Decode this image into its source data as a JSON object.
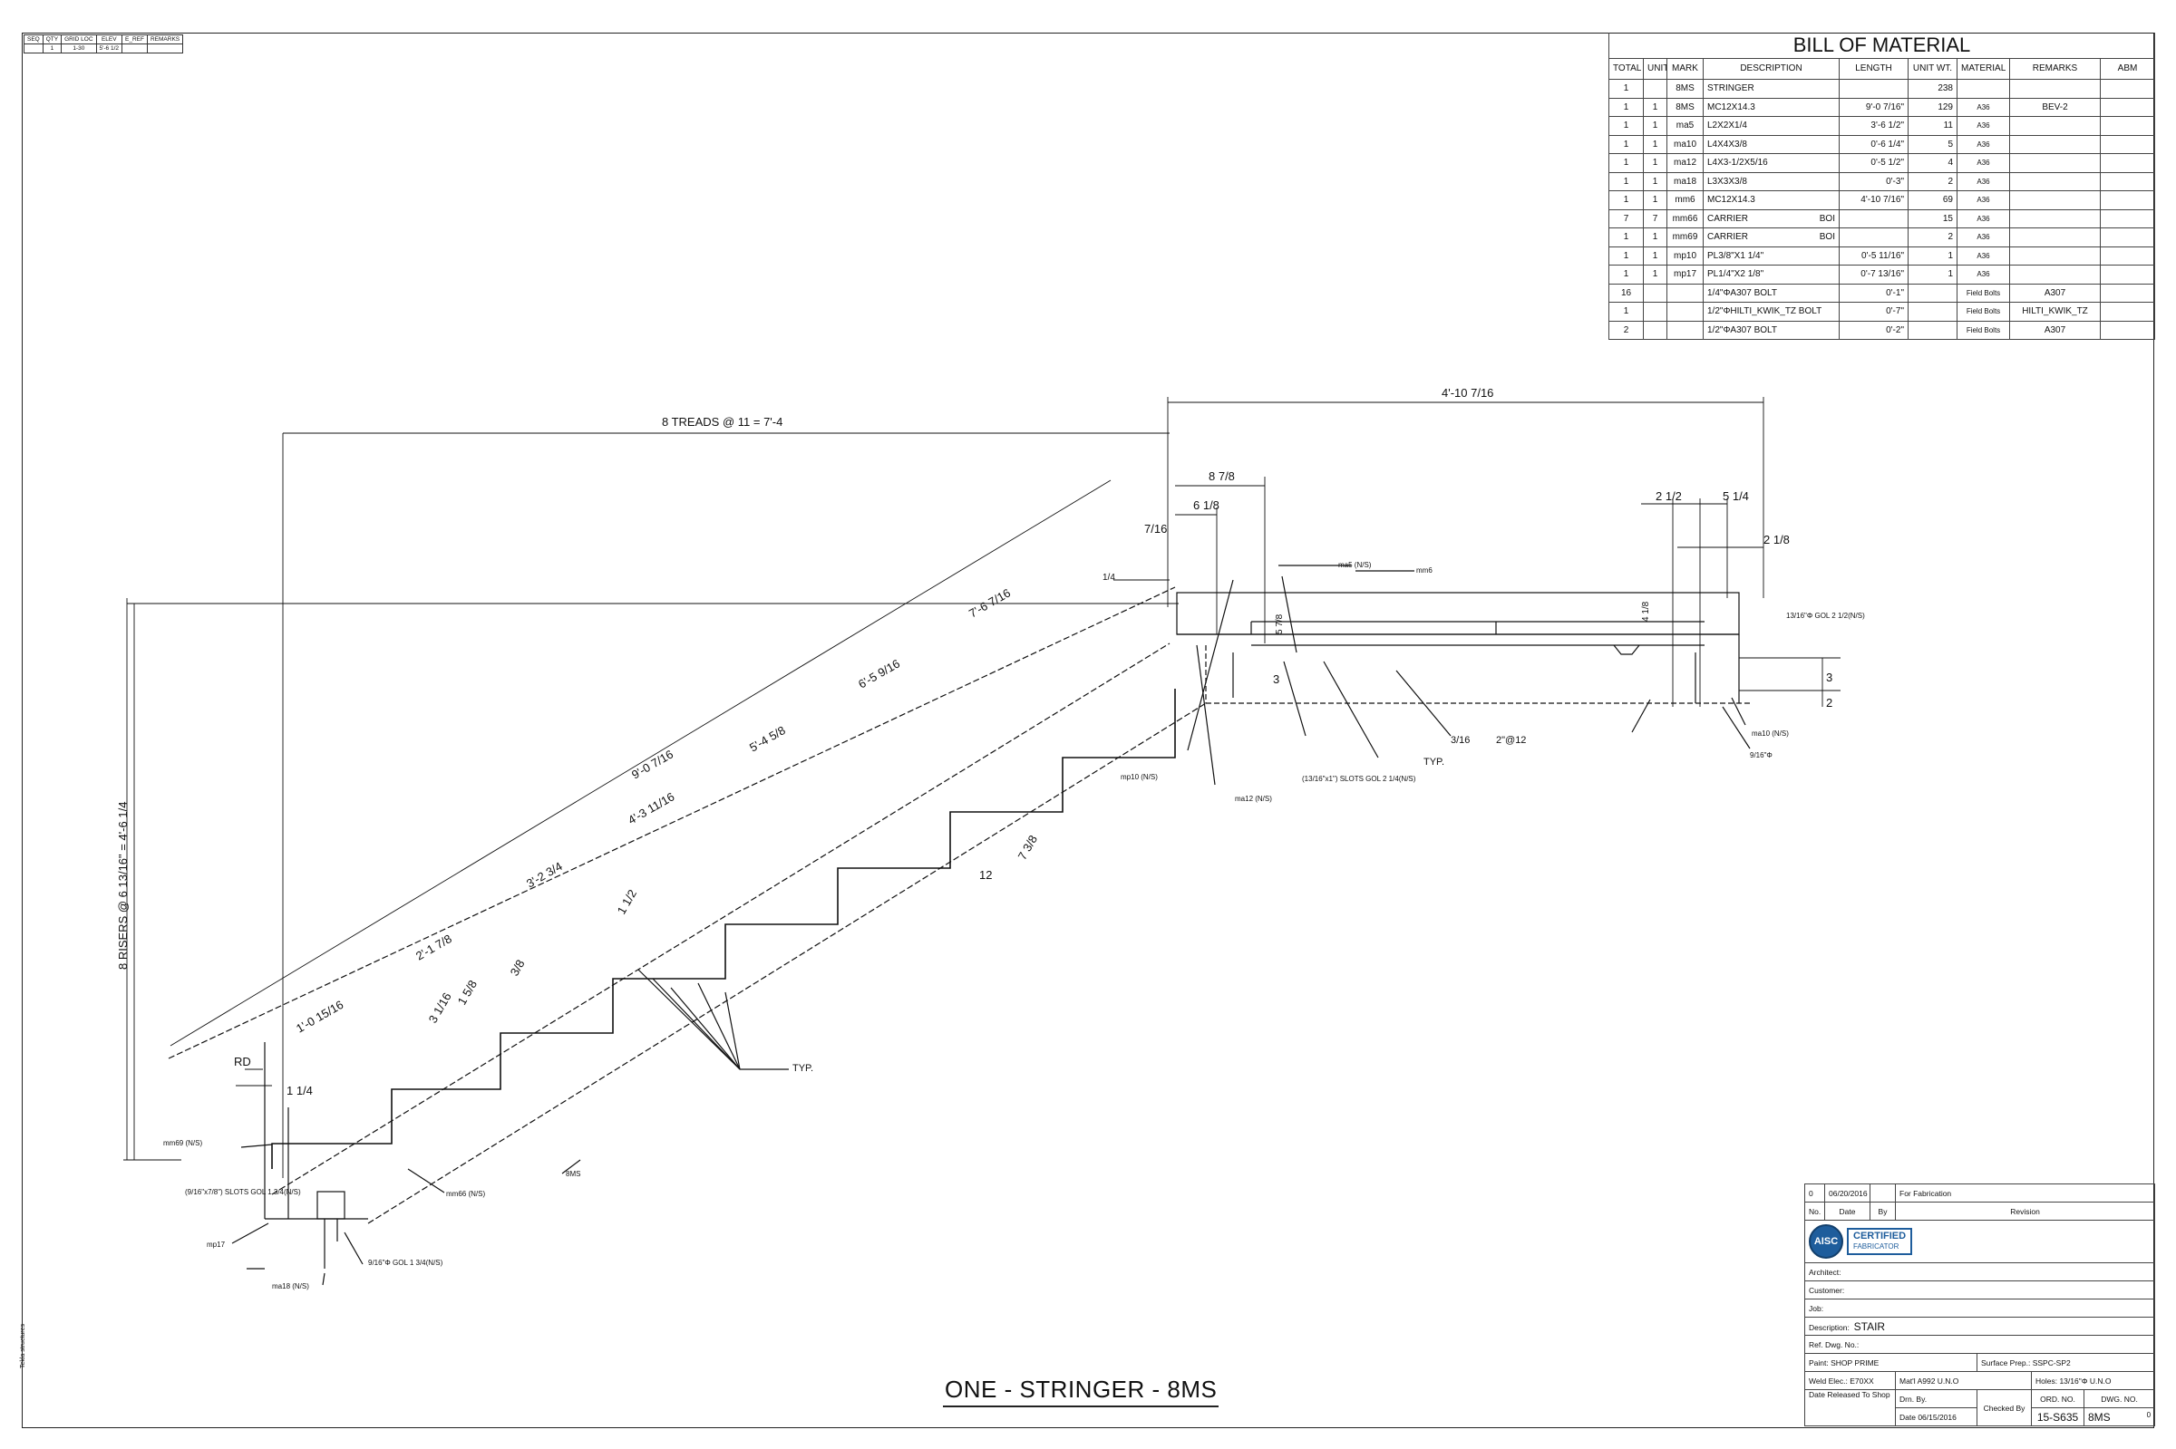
{
  "mini_table": {
    "headers": [
      "SEQ",
      "QTY",
      "GRID LOC",
      "ELEV",
      "E_REF",
      "REMARKS"
    ],
    "row": [
      "",
      "1",
      "1-30",
      "5'-6 1/2",
      "",
      ""
    ]
  },
  "bom": {
    "title": "BILL OF MATERIAL",
    "headers": [
      "TOTAL QTY",
      "UNIT QTY",
      "MARK",
      "DESCRIPTION",
      "LENGTH",
      "UNIT WT.",
      "MATERIAL",
      "REMARKS",
      "ABM"
    ],
    "rows": [
      {
        "total": "1",
        "unit": "",
        "mark": "8MS",
        "desc": "STRINGER",
        "extra": "",
        "length": "",
        "wt": "238",
        "material": "",
        "remarks": ""
      },
      {
        "total": "1",
        "unit": "1",
        "mark": "8MS",
        "desc": "MC12X14.3",
        "extra": "",
        "length": "9'-0 7/16\"",
        "wt": "129",
        "material": "A36",
        "remarks": "BEV-2"
      },
      {
        "total": "1",
        "unit": "1",
        "mark": "ma5",
        "desc": "L2X2X1/4",
        "extra": "",
        "length": "3'-6 1/2\"",
        "wt": "11",
        "material": "A36",
        "remarks": ""
      },
      {
        "total": "1",
        "unit": "1",
        "mark": "ma10",
        "desc": "L4X4X3/8",
        "extra": "",
        "length": "0'-6 1/4\"",
        "wt": "5",
        "material": "A36",
        "remarks": ""
      },
      {
        "total": "1",
        "unit": "1",
        "mark": "ma12",
        "desc": "L4X3-1/2X5/16",
        "extra": "",
        "length": "0'-5 1/2\"",
        "wt": "4",
        "material": "A36",
        "remarks": ""
      },
      {
        "total": "1",
        "unit": "1",
        "mark": "ma18",
        "desc": "L3X3X3/8",
        "extra": "",
        "length": "0'-3\"",
        "wt": "2",
        "material": "A36",
        "remarks": ""
      },
      {
        "total": "1",
        "unit": "1",
        "mark": "mm6",
        "desc": "MC12X14.3",
        "extra": "",
        "length": "4'-10 7/16\"",
        "wt": "69",
        "material": "A36",
        "remarks": ""
      },
      {
        "total": "7",
        "unit": "7",
        "mark": "mm66",
        "desc": "CARRIER",
        "extra": "BOI",
        "length": "",
        "wt": "15",
        "material": "A36",
        "remarks": ""
      },
      {
        "total": "1",
        "unit": "1",
        "mark": "mm69",
        "desc": "CARRIER",
        "extra": "BOI",
        "length": "",
        "wt": "2",
        "material": "A36",
        "remarks": ""
      },
      {
        "total": "1",
        "unit": "1",
        "mark": "mp10",
        "desc": "PL3/8\"X1 1/4\"",
        "extra": "",
        "length": "0'-5 11/16\"",
        "wt": "1",
        "material": "A36",
        "remarks": ""
      },
      {
        "total": "1",
        "unit": "1",
        "mark": "mp17",
        "desc": "PL1/4\"X2 1/8\"",
        "extra": "",
        "length": "0'-7 13/16\"",
        "wt": "1",
        "material": "A36",
        "remarks": ""
      },
      {
        "total": "16",
        "unit": "",
        "mark": "",
        "desc": "1/4\"ΦA307 BOLT",
        "extra": "",
        "length": "0'-1\"",
        "wt": "",
        "material": "Field Bolts",
        "remarks": "A307"
      },
      {
        "total": "1",
        "unit": "",
        "mark": "",
        "desc": "1/2\"ΦHILTI_KWIK_TZ BOLT",
        "extra": "",
        "length": "0'-7\"",
        "wt": "",
        "material": "Field Bolts",
        "remarks": "HILTI_KWIK_TZ"
      },
      {
        "total": "2",
        "unit": "",
        "mark": "",
        "desc": "1/2\"ΦA307 BOLT",
        "extra": "",
        "length": "0'-2\"",
        "wt": "",
        "material": "Field Bolts",
        "remarks": "A307"
      }
    ]
  },
  "dims": {
    "treads": "8 TREADS @ 11 = 7'-4",
    "risers": "8 RISERS @ 6 13/16\" = 4'-6 1/4",
    "top_len": "4'-10 7/16",
    "d_878": "8 7/8",
    "d_618": "6 1/8",
    "d_716": "7/16",
    "d_212": "2 1/2",
    "d_514": "5 1/4",
    "d_218": "2 1/8",
    "d_3": "3",
    "d_2": "2",
    "d_1_4": "1/4",
    "d_578": "5 7/8",
    "d_418": "4 1/8",
    "slope_len": "9'-0 7/16",
    "s1": "1'-0 15/16",
    "s2": "2'-1 7/8",
    "s3": "3'-2 3/4",
    "s4": "4'-3 11/16",
    "s5": "5'-4 5/8",
    "s6": "6'-5 9/16",
    "s7": "7'-6 7/16",
    "d_12": "12",
    "d_738": "7 3/8",
    "d_112": "1 1/2",
    "d_3116": "3 1/16",
    "d_158": "1 5/8",
    "d_38": "3/8",
    "rd": "RD",
    "d_114": "1 1/4"
  },
  "labels": {
    "ma5": "ma5 (N/S)",
    "mm6": "mm6",
    "mp10": "mp10 (N/S)",
    "ma12": "ma12 (N/S)",
    "slots_top": "(13/16\"x1\") SLOTS GOL 2 1/4(N/S)",
    "typ1": "TYP.",
    "typ2": "TYP.",
    "weld_316": "3/16",
    "weld_2at12": "2\"@12",
    "hole_right": "13/16\"Φ GOL 2 1/2(N/S)",
    "ma10": "ma10 (N/S)",
    "hole_916": "9/16\"Φ",
    "mm69": "mm69 (N/S)",
    "slots_bot": "(9/16\"x7/8\") SLOTS GOL 1 3/4(N/S)",
    "mp17": "mp17",
    "mm66": "mm66 (N/S)",
    "ms8": "8MS",
    "ma18": "ma18 (N/S)",
    "hole_bot": "9/16\"Φ GOL 1 3/4(N/S)",
    "typ_stairs": "TYP."
  },
  "title_block": {
    "rev_no": "0",
    "rev_date": "06/20/2016",
    "rev_desc": "For Fabrication",
    "hdr_no": "No.",
    "hdr_date": "Date",
    "hdr_by": "By",
    "hdr_rev": "Revision",
    "aisc": "AISC",
    "aisc_badge_top": "CERTIFIED",
    "aisc_badge_bot": "FABRICATOR",
    "architect": "Architect:",
    "customer": "Customer:",
    "job": "Job:",
    "description_label": "Description:",
    "description": "STAIR",
    "ref": "Ref. Dwg. No.:",
    "paint": "Paint: SHOP PRIME",
    "surface": "Surface Prep.: SSPC-SP2",
    "weld": "Weld Elec.: E70XX",
    "matl": "Mat'l A992 U.N.O",
    "holes": "Holes: 13/16\"Φ U.N.O",
    "released": "Date Released To Shop",
    "drn": "Drn. By.",
    "drn_date": "Date 06/15/2016",
    "checked": "Checked By",
    "ord_label": "ORD. NO.",
    "ord": "15-S635",
    "dwg_label": "DWG. NO.",
    "dwg": "8MS",
    "dwg_rev": "0"
  },
  "drawing_title": "ONE - STRINGER - 8MS",
  "side_note": "Tekla structures"
}
